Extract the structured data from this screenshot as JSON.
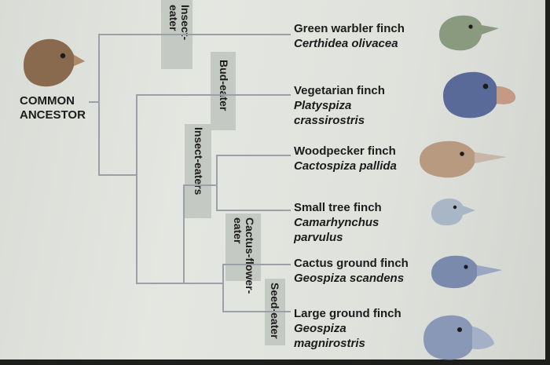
{
  "ancestor": {
    "line1": "COMMON",
    "line2": "ANCESTOR"
  },
  "branch_labels": {
    "insect_eater": [
      "Insect-",
      "eater"
    ],
    "bud_eater": "Bud-eater",
    "insect_eaters": "Insect-eaters",
    "cactus_flower_eater": [
      "Cactus-flower-",
      "eater"
    ],
    "seed_eater": "Seed-eater"
  },
  "species": [
    {
      "common": "Green warbler finch",
      "scientific": [
        "Certhidea olivacea"
      ],
      "color": "#8a9a7e"
    },
    {
      "common": "Vegetarian finch",
      "scientific": [
        "Platyspiza",
        "crassirostris"
      ],
      "color": "#5a6a98"
    },
    {
      "common": "Woodpecker finch",
      "scientific": [
        "Cactospiza pallida"
      ],
      "color": "#b89a80"
    },
    {
      "common": "Small tree finch",
      "scientific": [
        "Camarhynchus",
        "parvulus"
      ],
      "color": "#a8b6c6"
    },
    {
      "common": "Cactus ground finch",
      "scientific": [
        "Geospiza scandens"
      ],
      "color": "#7a8aac"
    },
    {
      "common": "Large ground finch",
      "scientific": [
        "Geospiza",
        "magnirostris"
      ],
      "color": "#8898b6"
    }
  ],
  "icons": {
    "ancestor_bird": "finch-icon",
    "species_bird": "finch-head-icon"
  },
  "colors": {
    "ancestor_bird": "#8a6a4e",
    "lines": "#9aa0a6",
    "strip": "#c5c9c3"
  }
}
